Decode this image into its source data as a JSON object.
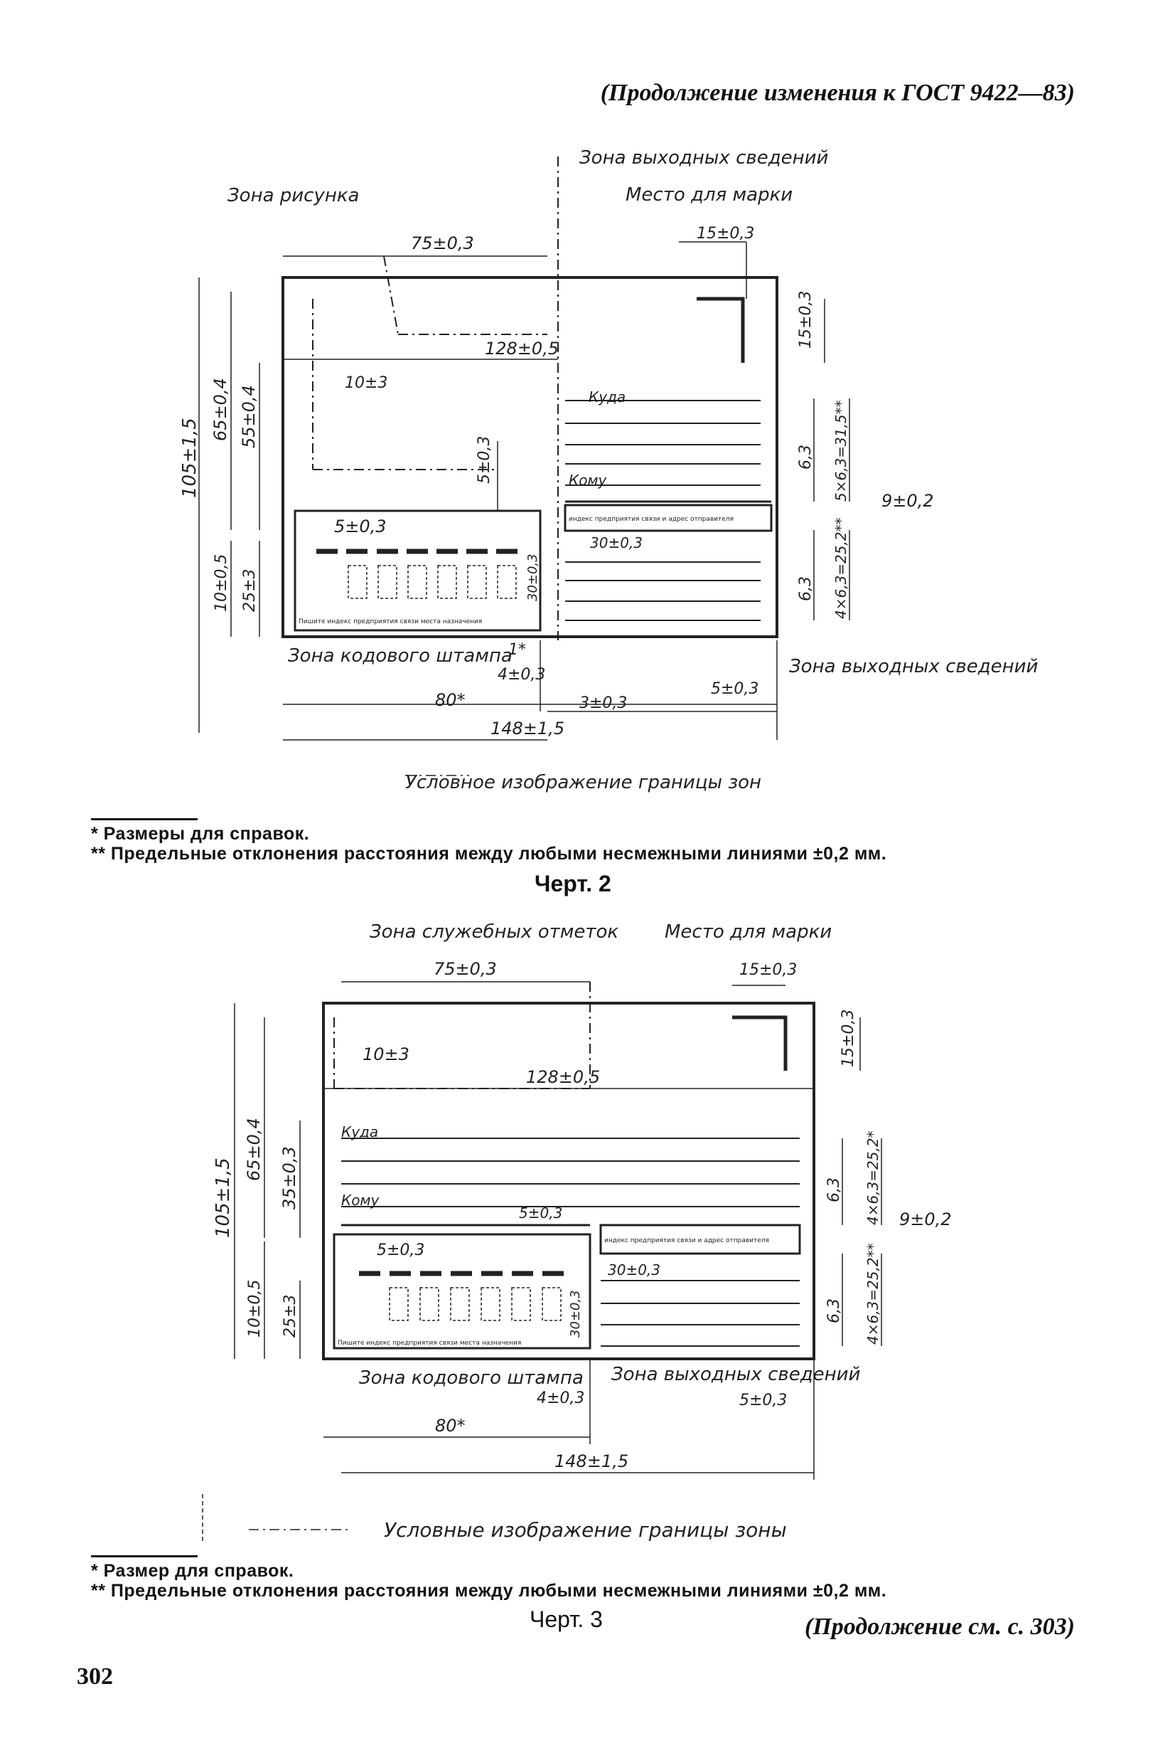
{
  "header": {
    "continuation": "(Продолжение изменения к ГОСТ 9422—83)"
  },
  "figure2": {
    "zone_picture": "Зона рисунка",
    "zone_output_top": "Зона выходных сведений",
    "stamp_place": "Место для марки",
    "dim_75": "75±0,3",
    "dim_15a": "15±0,3",
    "dim_15b": "15±0,3",
    "dim_128": "128±0,5",
    "dim_10": "10±3",
    "dim_105": "105±1,5",
    "dim_65": "65±0,4",
    "dim_55": "55±0,4",
    "dim_5v": "5±0,3",
    "dim_5h": "5±0,3",
    "dim_10b": "10±0,5",
    "dim_25": "25±3",
    "dim_30v": "30±0,3",
    "dim_30h": "30±0,3",
    "dim_63a": "6,3",
    "dim_63b": "6,3",
    "dim_5x63": "5×6,3=31,5**",
    "dim_4x63": "4×6,3=25,2**",
    "dim_9": "9±0,2",
    "kuda": "Куда",
    "komu": "Кому",
    "index_box": "индекс предприятия связи и адрес отправителя",
    "stamp_caption": "Пишите индекс предприятия связи места назначения",
    "zone_code_stamp": "Зона кодового штампа",
    "zone_output_right": "Зона выходных сведений",
    "dim_1": "1*",
    "dim_4": "4±0,3",
    "dim_80": "80*",
    "dim_3": "3±0,3",
    "dim_5r": "5±0,3",
    "dim_148": "148±1,5",
    "legend": "Условное изображение границы зон"
  },
  "footnotes2": {
    "n1": "* Размеры для справок.",
    "n2": "** Предельные отклонения расстояния между любыми несмежными линиями ±0,2 мм."
  },
  "caption2": "Черт. 2",
  "figure3": {
    "zone_service": "Зона служебных отметок",
    "stamp_place": "Место для марки",
    "dim_75": "75±0,3",
    "dim_15a": "15±0,3",
    "dim_15b": "15±0,3",
    "dim_10": "10±3",
    "dim_128": "128±0,5",
    "dim_105": "105±1,5",
    "dim_65": "65±0,4",
    "dim_35": "35±0,3",
    "dim_10b": "10±0,5",
    "dim_25": "25±3",
    "dim_5a": "5±0,3",
    "dim_5b": "5±0,3",
    "dim_30v": "30±0,3",
    "dim_30h": "30±0,3",
    "dim_63a": "6,3",
    "dim_63b": "6,3",
    "dim_4x63a": "4×6,3=25,2*",
    "dim_4x63b": "4×6,3=25,2**",
    "dim_9": "9±0,2",
    "kuda": "Куда",
    "komu": "Кому",
    "index_box": "индекс предприятия связи и адрес отправителя",
    "stamp_caption": "Пишите индекс предприятия связи места назначения",
    "zone_code_stamp": "Зона кодового штампа",
    "zone_output": "Зона выходных сведений",
    "dim_4": "4±0,3",
    "dim_5r": "5±0,3",
    "dim_80": "80*",
    "dim_148": "148±1,5",
    "legend": "Условные изображение границы зоны"
  },
  "footnotes3": {
    "n1": "* Размер для справок.",
    "n2": "** Предельные отклонения расстояния между любыми несмежными линиями ±0,2 мм."
  },
  "caption3": "Черт. 3",
  "footer": {
    "page_number": "302",
    "continuation": "(Продолжение см. с. 303)"
  }
}
